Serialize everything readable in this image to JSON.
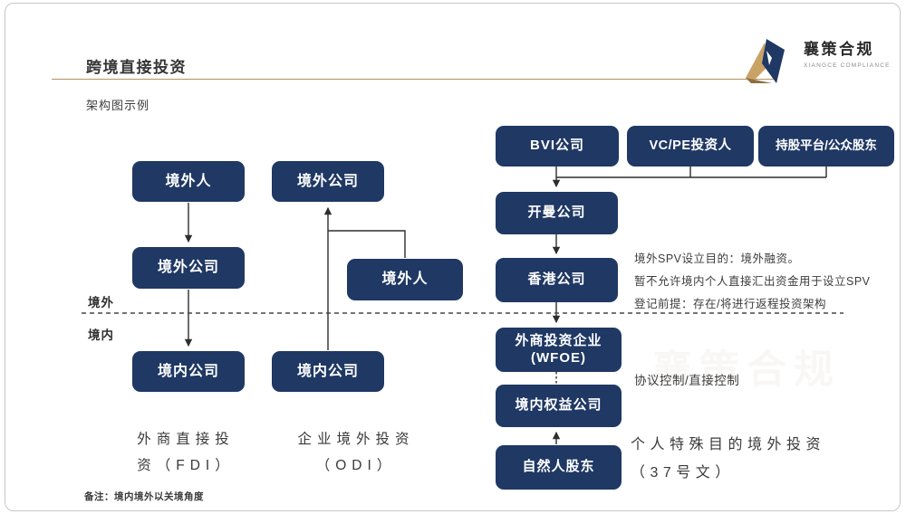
{
  "slide": {
    "title": "跨境直接投资",
    "subtitle": "架构图示例",
    "footnote": "备注：境内境外以关境角度"
  },
  "logo": {
    "name": "襄策合规",
    "tagline": "XIANGCE COMPLIANCE"
  },
  "regions": {
    "offshore_label": "境外",
    "onshore_label": "境内"
  },
  "diagrams": {
    "fdi": {
      "boxes": [
        {
          "label": "境外人"
        },
        {
          "label": "境外公司"
        },
        {
          "label": "境内公司"
        }
      ],
      "caption_line1": "外商直接投",
      "caption_line2": "资（FDI）"
    },
    "odi": {
      "boxes": [
        {
          "label": "境外公司"
        },
        {
          "label": "境外人"
        },
        {
          "label": "境内公司"
        }
      ],
      "caption_line1": "企业境外投资",
      "caption_line2": "（ODI）"
    },
    "round_trip": {
      "boxes": [
        {
          "label": "BVI公司"
        },
        {
          "label": "VC/PE投资人"
        },
        {
          "label": "持股平台/公众股东"
        },
        {
          "label": "开曼公司"
        },
        {
          "label": "香港公司"
        },
        {
          "label": "外商投资企业",
          "sublabel": "(WFOE)"
        },
        {
          "label": "境内权益公司"
        },
        {
          "label": "自然人股东"
        }
      ],
      "caption_line1": "个人特殊目的境外投资",
      "caption_line2": "（37号文）"
    }
  },
  "annotations": {
    "spv_line1": "境外SPV设立目的：境外融资。",
    "spv_line2": "暂不允许境内个人直接汇出资金用于设立SPV",
    "spv_line3": "登记前提：存在/将进行返程投资架构",
    "control": "协议控制/直接控制"
  },
  "watermark": "襄策合规",
  "colors": {
    "box_fill": "#1f3864",
    "accent_gold": "#b2925f",
    "text_dark": "#363636",
    "border_gray": "#c7c7c7"
  }
}
